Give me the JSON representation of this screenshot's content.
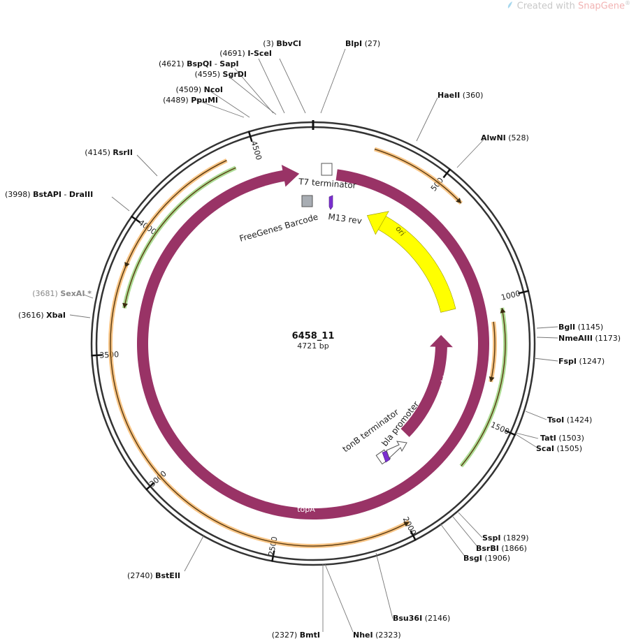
{
  "watermark": {
    "prefix": "Created with",
    "brand": "SnapGene",
    "mark": "®",
    "icon": "snapgene-leaf-icon"
  },
  "plasmid": {
    "name": "6458_11",
    "length_label": "4721 bp",
    "length": 4721
  },
  "ticks": [
    "500",
    "1000",
    "1500",
    "2000",
    "2500",
    "3000",
    "3500",
    "4000",
    "4500"
  ],
  "sites": [
    {
      "pos": "(3)",
      "name": "BbvCI"
    },
    {
      "pos": "(27)",
      "name": "BlpI"
    },
    {
      "pos": "(4691)",
      "name": "I-SceI"
    },
    {
      "pos": "(4621)",
      "name": "BspQI",
      "name2": "SapI"
    },
    {
      "pos": "(4595)",
      "name": "SgrDI"
    },
    {
      "pos": "(4509)",
      "name": "NcoI"
    },
    {
      "pos": "(4489)",
      "name": "PpuMI"
    },
    {
      "pos": "(360)",
      "name": "HaeII"
    },
    {
      "pos": "(528)",
      "name": "AlwNI"
    },
    {
      "pos": "(4145)",
      "name": "RsrII"
    },
    {
      "pos": "(3998)",
      "name": "BstAPI",
      "name2": "DraIII"
    },
    {
      "pos": "(3681)",
      "name": "SexAI *",
      "gray": true
    },
    {
      "pos": "(3616)",
      "name": "XbaI"
    },
    {
      "pos": "(1145)",
      "name": "BglI"
    },
    {
      "pos": "(1173)",
      "name": "NmeAIII"
    },
    {
      "pos": "(1247)",
      "name": "FspI"
    },
    {
      "pos": "(1424)",
      "name": "TsoI"
    },
    {
      "pos": "(1503)",
      "name": "TatI"
    },
    {
      "pos": "(1505)",
      "name": "ScaI"
    },
    {
      "pos": "(1829)",
      "name": "SspI"
    },
    {
      "pos": "(1866)",
      "name": "BsrBI"
    },
    {
      "pos": "(1906)",
      "name": "BsgI"
    },
    {
      "pos": "(2146)",
      "name": "Bsu36I"
    },
    {
      "pos": "(2740)",
      "name": "BstEII"
    },
    {
      "pos": "(2327)",
      "name": "BmtI"
    },
    {
      "pos": "(2323)",
      "name": "NheI"
    }
  ],
  "features": {
    "topA": "topA",
    "bla": "bla",
    "ori": "ori",
    "t7": "T7 terminator",
    "m13": "M13 rev",
    "barcode": "FreeGenes Barcode",
    "tonb": "tonB terminator",
    "blaprom": "bla promoter"
  },
  "colors": {
    "topA": "#993366",
    "ori": "#ffff00",
    "orf_orange": "#f5b25e",
    "orf_green": "#90d070",
    "m13": "#7b2fd0",
    "barcode": "#a8adb3",
    "backbone": "#333333"
  }
}
